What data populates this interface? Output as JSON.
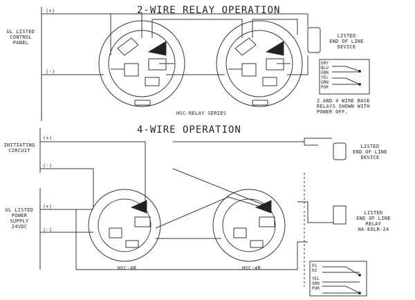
{
  "title_2wire": "2-WIRE RELAY OPERATION",
  "title_4wire": "4-WIRE OPERATION",
  "plus": "(+)",
  "minus": "(-)",
  "control_panel": [
    "UL LISTED",
    "CONTROL",
    "PANEL"
  ],
  "eol_device_top": [
    "LISTED",
    "END OF LINE",
    "DEVICE"
  ],
  "relay_note": [
    "2 AND 4 WIRE BASE",
    "RELAYS SHOWN WITH",
    "POWER OFF."
  ],
  "series_label": "HSC-RELAY SERIES",
  "initiating_circuit": [
    "INITIATING",
    "CIRCUIT"
  ],
  "power_supply": [
    "UL LISTED",
    "POWER",
    "SUPPLY",
    "24VDC"
  ],
  "eol_device_bottom": [
    "LISTED",
    "END OF LINE",
    "DEVICE"
  ],
  "eol_relay": [
    "LISTED",
    "END OF LINE",
    "RELAY",
    "HA-EOLR-24"
  ],
  "base_left_label": "HSC-4R",
  "base_right_label": "HSC-4R",
  "legend_top": [
    "GRY",
    "BLU",
    "GRN",
    "YEL",
    "ORN",
    "PUR"
  ],
  "legend_bottom": [
    "H1",
    "H2",
    "YEL",
    "ORN",
    "PUR"
  ]
}
